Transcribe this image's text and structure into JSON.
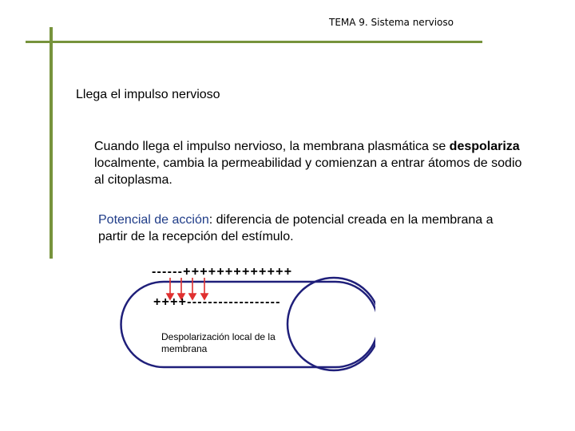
{
  "header": {
    "title": "TEMA 9. Sistema nervioso"
  },
  "slide": {
    "heading": "Llega el impulso nervioso",
    "paragraph": {
      "before": "Cuando llega el impulso nervioso, la membrana plasmática se ",
      "bold": "despolariza",
      "after": " localmente, cambia la permeabilidad y comienzan a entrar átomos de sodio al citoplasma."
    },
    "potential": {
      "term": "Potencial de acción",
      "definition": ": diferencia de potencial creada en la membrana a partir de la recepción del estímulo."
    }
  },
  "diagram": {
    "charges_top": "------+++++++++++++",
    "charges_bottom": "++++------------------",
    "caption": "Despolarización local de la membrana",
    "membrane_color": "#1f1f7a",
    "arrow_color": "#e03030"
  }
}
